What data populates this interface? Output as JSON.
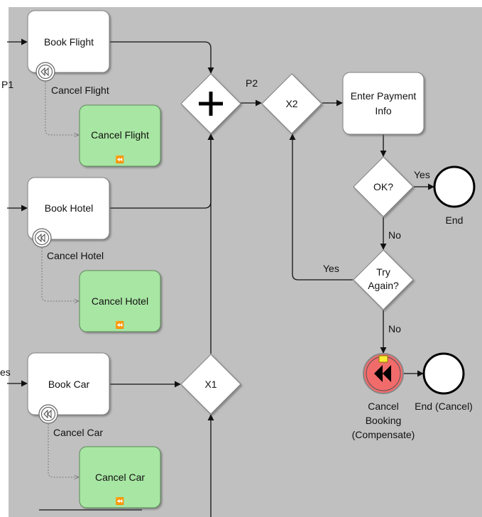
{
  "tasks": {
    "book_flight": "Book Flight",
    "cancel_flight": "Cancel Flight",
    "book_hotel": "Book Hotel",
    "cancel_hotel": "Cancel Hotel",
    "book_car": "Book Car",
    "cancel_car": "Cancel Car",
    "enter_payment_line1": "Enter Payment",
    "enter_payment_line2": "Info"
  },
  "boundary_labels": {
    "flight": "Cancel Flight",
    "hotel": "Cancel Hotel",
    "car": "Cancel Car"
  },
  "gateways": {
    "x1": "X1",
    "x2": "X2",
    "ok": "OK?",
    "try_again_line1": "Try",
    "try_again_line2": "Again?"
  },
  "edge_labels": {
    "p1": "P1",
    "p2": "P2",
    "yes_ok": "Yes",
    "no_ok": "No",
    "yes_try": "Yes",
    "no_try": "No",
    "partial_yes": "es"
  },
  "events": {
    "end": "End",
    "end_cancel": "End (Cancel)",
    "cancel_booking_line1": "Cancel",
    "cancel_booking_line2": "Booking",
    "cancel_booking_line3": "(Compensate)"
  },
  "colors": {
    "canvas_background": "#c0c0c0",
    "compensation_task_fill": "#a8e6a3",
    "compensation_event_fill": "#f26b6b",
    "marker_yellow": "#ffee33"
  },
  "icons": {
    "parallel_gateway": "plus-icon",
    "compensation_marker": "rewind-icon",
    "throw_compensation": "rewind-filled-icon"
  }
}
